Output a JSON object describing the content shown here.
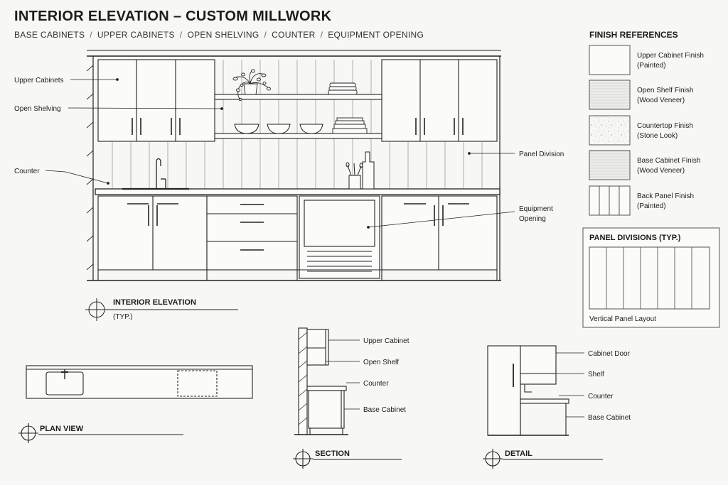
{
  "header": {
    "title": "INTERIOR ELEVATION – CUSTOM MILLWORK",
    "subtitle_items": [
      "BASE CABINETS",
      "UPPER CABINETS",
      "OPEN SHELVING",
      "COUNTER",
      "EQUIPMENT OPENING"
    ],
    "separator": "/"
  },
  "elevation": {
    "callouts": {
      "upper_cabinets": "Upper Cabinets",
      "open_shelving": "Open Shelving",
      "counter": "Counter",
      "panel_division": "Panel Division",
      "equipment_line1": "Equipment",
      "equipment_line2": "Opening"
    },
    "tag": {
      "title": "INTERIOR ELEVATION",
      "subtitle": "(TYP.)"
    }
  },
  "finish_references": {
    "title": "FINISH REFERENCES",
    "items": [
      {
        "name": "Upper Cabinet Finish",
        "note": "(Painted)"
      },
      {
        "name": "Open Shelf Finish",
        "note": "(Wood Veneer)"
      },
      {
        "name": "Countertop Finish",
        "note": "(Stone Look)"
      },
      {
        "name": "Base Cabinet Finish",
        "note": "(Wood Veneer)"
      },
      {
        "name": "Back Panel Finish",
        "note": "(Painted)"
      }
    ]
  },
  "panel_divisions": {
    "title": "PANEL DIVISIONS (TYP.)",
    "caption": "Vertical Panel Layout"
  },
  "plan_view": {
    "title": "PLAN VIEW"
  },
  "section": {
    "title": "SECTION",
    "labels": {
      "upper_cabinet": "Upper Cabinet",
      "open_shelf": "Open Shelf",
      "counter": "Counter",
      "base_cabinet": "Base Cabinet"
    }
  },
  "detail": {
    "title": "DETAIL",
    "labels": {
      "cabinet_door": "Cabinet Door",
      "shelf": "Shelf",
      "counter": "Counter",
      "base_cabinet": "Base Cabinet"
    }
  }
}
